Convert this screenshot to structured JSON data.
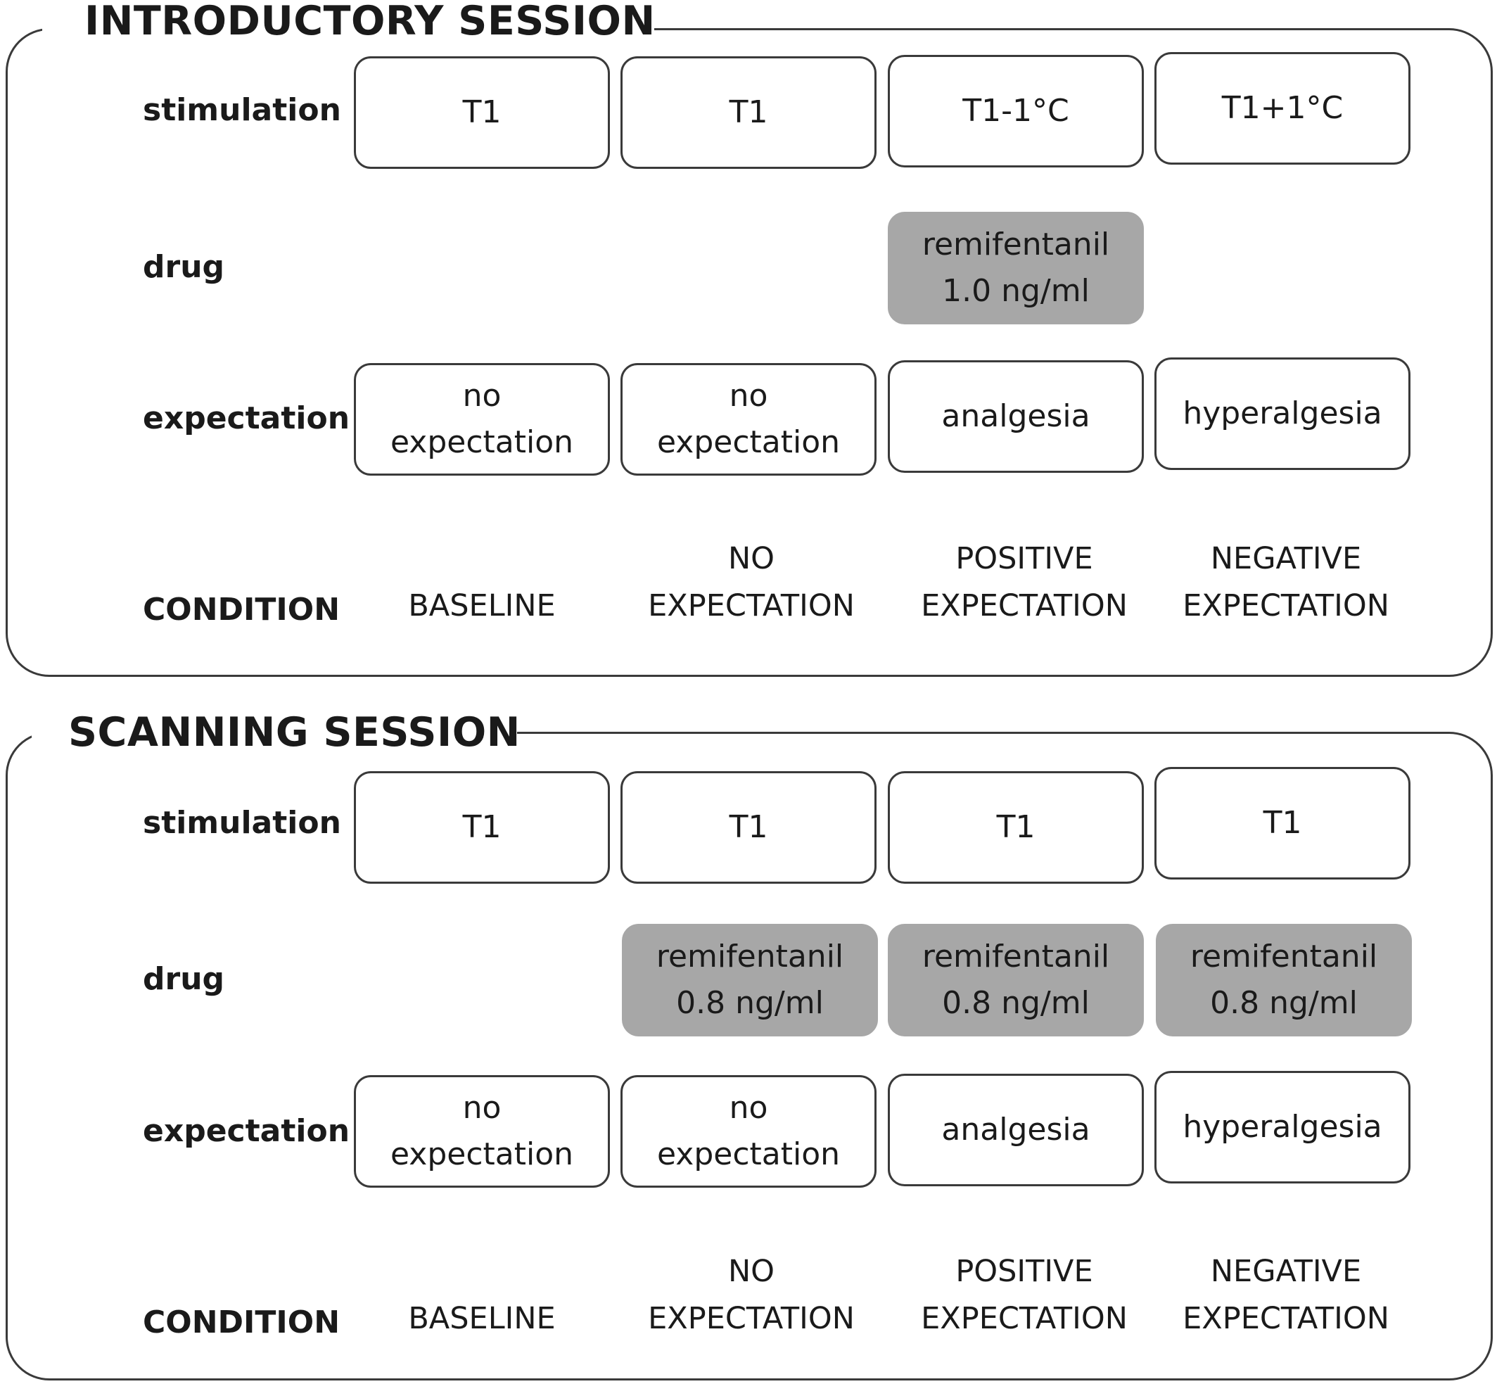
{
  "sessions": [
    {
      "title": "INTRODUCTORY SESSION",
      "row_labels": {
        "stimulation": "stimulation",
        "drug": "drug",
        "expectation": "expectation",
        "condition": "CONDITION"
      },
      "columns": [
        {
          "stimulation": "T1",
          "drug": "",
          "expectation": "no\nexpectation",
          "condition": "BASELINE"
        },
        {
          "stimulation": "T1",
          "drug": "",
          "expectation": "no\nexpectation",
          "condition": "NO\nEXPECTATION"
        },
        {
          "stimulation": "T1-1°C",
          "drug": "remifentanil\n1.0 ng/ml",
          "expectation": "analgesia",
          "condition": "POSITIVE\nEXPECTATION"
        },
        {
          "stimulation": "T1+1°C",
          "drug": "",
          "expectation": "hyperalgesia",
          "condition": "NEGATIVE\nEXPECTATION"
        }
      ]
    },
    {
      "title": "SCANNING SESSION",
      "row_labels": {
        "stimulation": "stimulation",
        "drug": "drug",
        "expectation": "expectation",
        "condition": "CONDITION"
      },
      "columns": [
        {
          "stimulation": "T1",
          "drug": "",
          "expectation": "no\nexpectation",
          "condition": "BASELINE"
        },
        {
          "stimulation": "T1",
          "drug": "remifentanil\n0.8 ng/ml",
          "expectation": "no\nexpectation",
          "condition": "NO\nEXPECTATION"
        },
        {
          "stimulation": "T1",
          "drug": "remifentanil\n0.8 ng/ml",
          "expectation": "analgesia",
          "condition": "POSITIVE\nEXPECTATION"
        },
        {
          "stimulation": "T1",
          "drug": "remifentanil\n0.8 ng/ml",
          "expectation": "hyperalgesia",
          "condition": "NEGATIVE\nEXPECTATION"
        }
      ]
    }
  ]
}
